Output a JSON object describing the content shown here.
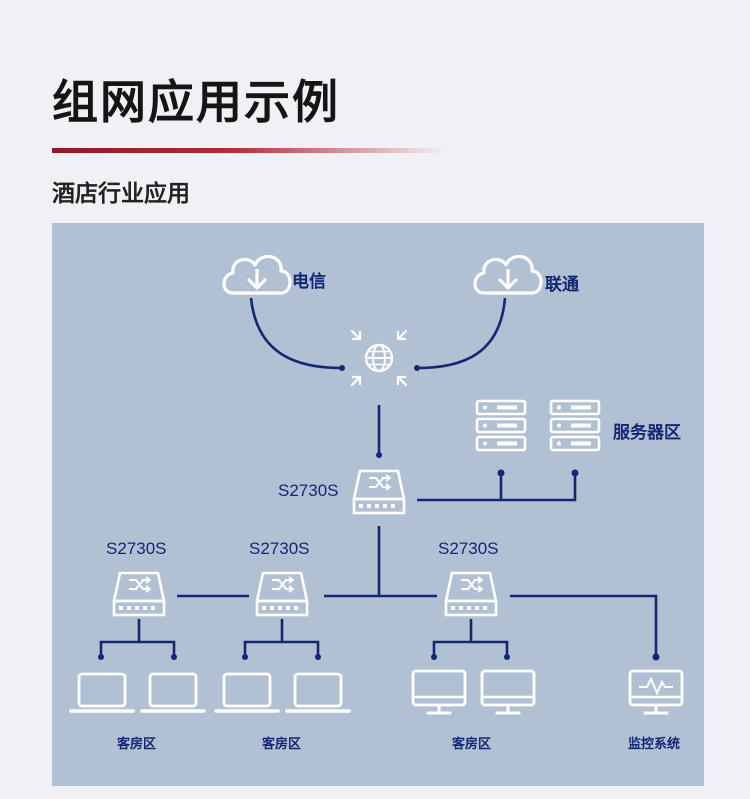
{
  "header": {
    "title": "组网应用示例",
    "subtitle": "酒店行业应用"
  },
  "diagram": {
    "isp_a": "电信",
    "isp_b": "联通",
    "server_zone": "服务器区",
    "core_switch": "S2730S",
    "access_switches": [
      "S2730S",
      "S2730S",
      "S2730S"
    ],
    "zones": [
      "客房区",
      "客房区",
      "客房区",
      "监控系统"
    ]
  },
  "colors": {
    "line": "#142774",
    "device": "#ffffff",
    "panel": "#b1c0d3",
    "accent_rule": "#9b1f27"
  },
  "icons": [
    "cloud-download-icon",
    "globe-icon",
    "switch-icon",
    "server-icon",
    "laptop-icon",
    "monitor-icon",
    "surveillance-monitor-icon"
  ]
}
